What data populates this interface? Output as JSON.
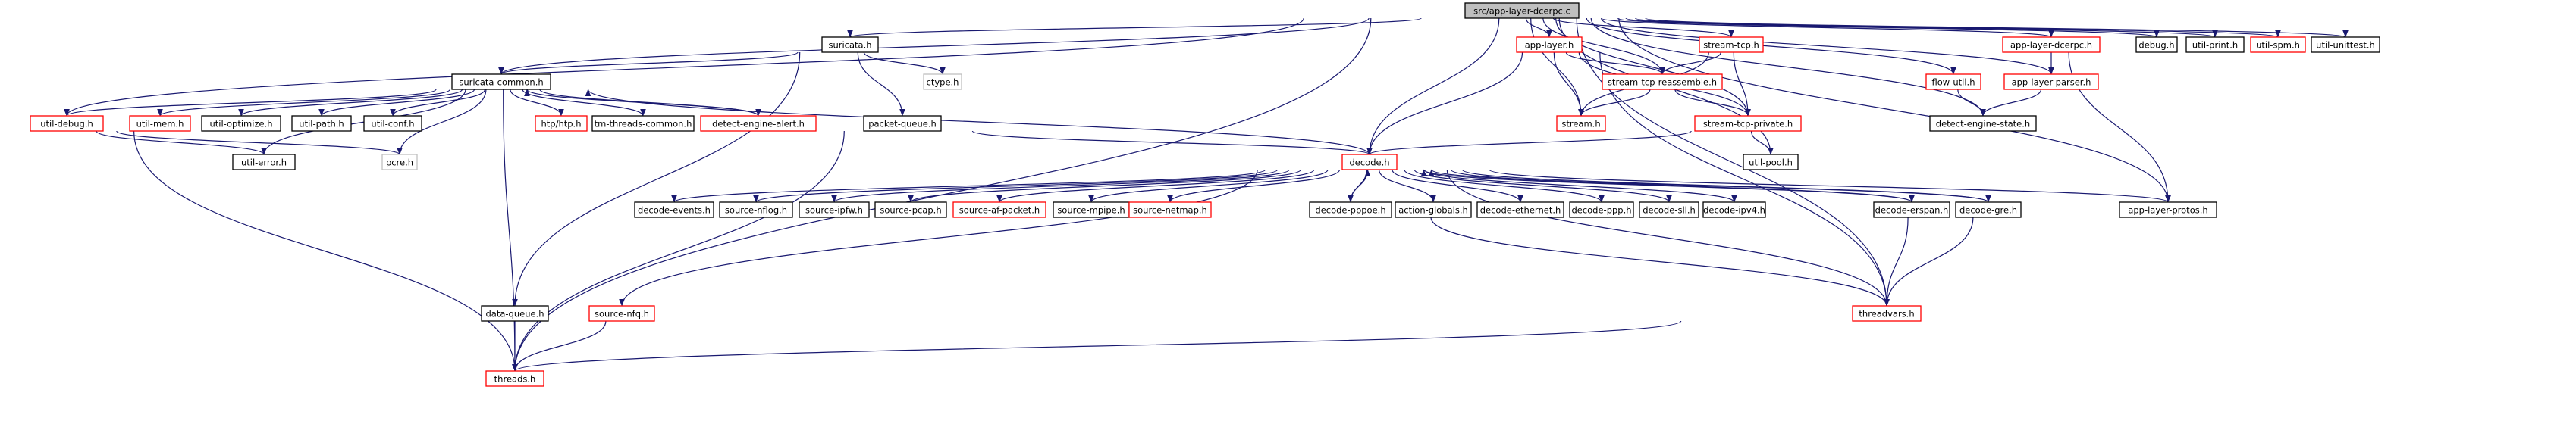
{
  "graph": {
    "title": "src/app-layer-dcerpc.c",
    "colors": {
      "root_fill": "#bfbfbf",
      "black_border": "#000000",
      "red_border": "#ff0000",
      "gray_border": "#bfbfbf",
      "edge": "#191970"
    },
    "nodes": [
      {
        "id": "root",
        "label": "src/app-layer-dcerpc.c",
        "kind": "root"
      },
      {
        "id": "suricata_h",
        "label": "suricata.h",
        "kind": "normal"
      },
      {
        "id": "suricata_common",
        "label": "suricata-common.h",
        "kind": "normal"
      },
      {
        "id": "ctype",
        "label": "ctype.h",
        "kind": "gray"
      },
      {
        "id": "packet_queue",
        "label": "packet-queue.h",
        "kind": "normal"
      },
      {
        "id": "util_debug",
        "label": "util-debug.h",
        "kind": "red"
      },
      {
        "id": "util_mem",
        "label": "util-mem.h",
        "kind": "red"
      },
      {
        "id": "util_optimize",
        "label": "util-optimize.h",
        "kind": "normal"
      },
      {
        "id": "util_path",
        "label": "util-path.h",
        "kind": "normal"
      },
      {
        "id": "util_conf",
        "label": "util-conf.h",
        "kind": "normal"
      },
      {
        "id": "htp",
        "label": "htp/htp.h",
        "kind": "red"
      },
      {
        "id": "tm_threads_common",
        "label": "tm-threads-common.h",
        "kind": "normal"
      },
      {
        "id": "detect_engine_alert",
        "label": "detect-engine-alert.h",
        "kind": "red"
      },
      {
        "id": "util_error",
        "label": "util-error.h",
        "kind": "normal"
      },
      {
        "id": "pcre",
        "label": "pcre.h",
        "kind": "gray"
      },
      {
        "id": "data_queue",
        "label": "data-queue.h",
        "kind": "normal"
      },
      {
        "id": "threads",
        "label": "threads.h",
        "kind": "red"
      },
      {
        "id": "app_layer",
        "label": "app-layer.h",
        "kind": "red"
      },
      {
        "id": "stream_tcp",
        "label": "stream-tcp.h",
        "kind": "red"
      },
      {
        "id": "stream_tcp_reassemble",
        "label": "stream-tcp-reassemble.h",
        "kind": "red"
      },
      {
        "id": "stream_h",
        "label": "stream.h",
        "kind": "red"
      },
      {
        "id": "stream_tcp_private",
        "label": "stream-tcp-private.h",
        "kind": "red"
      },
      {
        "id": "util_pool",
        "label": "util-pool.h",
        "kind": "normal"
      },
      {
        "id": "decode",
        "label": "decode.h",
        "kind": "red"
      },
      {
        "id": "flow_util",
        "label": "flow-util.h",
        "kind": "red"
      },
      {
        "id": "app_layer_dcerpc",
        "label": "app-layer-dcerpc.h",
        "kind": "red"
      },
      {
        "id": "app_layer_parser",
        "label": "app-layer-parser.h",
        "kind": "red"
      },
      {
        "id": "detect_engine_state",
        "label": "detect-engine-state.h",
        "kind": "normal"
      },
      {
        "id": "debug",
        "label": "debug.h",
        "kind": "normal"
      },
      {
        "id": "util_print",
        "label": "util-print.h",
        "kind": "normal"
      },
      {
        "id": "util_spm",
        "label": "util-spm.h",
        "kind": "red"
      },
      {
        "id": "util_unittest",
        "label": "util-unittest.h",
        "kind": "normal"
      },
      {
        "id": "app_layer_protos",
        "label": "app-layer-protos.h",
        "kind": "normal"
      },
      {
        "id": "decode_events",
        "label": "decode-events.h",
        "kind": "normal"
      },
      {
        "id": "source_nflog",
        "label": "source-nflog.h",
        "kind": "normal"
      },
      {
        "id": "source_ipfw",
        "label": "source-ipfw.h",
        "kind": "normal"
      },
      {
        "id": "source_pcap",
        "label": "source-pcap.h",
        "kind": "normal"
      },
      {
        "id": "source_af_packet",
        "label": "source-af-packet.h",
        "kind": "red"
      },
      {
        "id": "source_mpipe",
        "label": "source-mpipe.h",
        "kind": "normal"
      },
      {
        "id": "source_netmap",
        "label": "source-netmap.h",
        "kind": "red"
      },
      {
        "id": "decode_pppoe",
        "label": "decode-pppoe.h",
        "kind": "normal"
      },
      {
        "id": "action_globals",
        "label": "action-globals.h",
        "kind": "normal"
      },
      {
        "id": "decode_ethernet",
        "label": "decode-ethernet.h",
        "kind": "normal"
      },
      {
        "id": "decode_ppp",
        "label": "decode-ppp.h",
        "kind": "normal"
      },
      {
        "id": "decode_sll",
        "label": "decode-sll.h",
        "kind": "normal"
      },
      {
        "id": "decode_ipv4",
        "label": "decode-ipv4.h",
        "kind": "normal"
      },
      {
        "id": "decode_erspan",
        "label": "decode-erspan.h",
        "kind": "normal"
      },
      {
        "id": "decode_gre",
        "label": "decode-gre.h",
        "kind": "normal"
      },
      {
        "id": "source_nfq",
        "label": "source-nfq.h",
        "kind": "red"
      },
      {
        "id": "threadvars",
        "label": "threadvars.h",
        "kind": "red"
      }
    ],
    "edges": [
      [
        "root",
        "suricata_h"
      ],
      [
        "root",
        "suricata_common"
      ],
      [
        "root",
        "util_debug"
      ],
      [
        "root",
        "threads"
      ],
      [
        "root",
        "app_layer"
      ],
      [
        "root",
        "stream_tcp"
      ],
      [
        "root",
        "stream_tcp_reassemble"
      ],
      [
        "root",
        "stream_h"
      ],
      [
        "root",
        "stream_tcp_private"
      ],
      [
        "root",
        "util_pool"
      ],
      [
        "root",
        "decode"
      ],
      [
        "root",
        "flow_util"
      ],
      [
        "root",
        "app_layer_dcerpc"
      ],
      [
        "root",
        "app_layer_parser"
      ],
      [
        "root",
        "detect_engine_state"
      ],
      [
        "root",
        "debug"
      ],
      [
        "root",
        "util_print"
      ],
      [
        "root",
        "util_spm"
      ],
      [
        "root",
        "util_unittest"
      ],
      [
        "root",
        "app_layer_protos"
      ],
      [
        "root",
        "threadvars"
      ],
      [
        "suricata_h",
        "suricata_common"
      ],
      [
        "suricata_h",
        "ctype"
      ],
      [
        "suricata_h",
        "packet_queue"
      ],
      [
        "suricata_h",
        "data_queue"
      ],
      [
        "suricata_common",
        "util_debug"
      ],
      [
        "suricata_common",
        "util_mem"
      ],
      [
        "suricata_common",
        "util_optimize"
      ],
      [
        "suricata_common",
        "util_path"
      ],
      [
        "suricata_common",
        "util_conf"
      ],
      [
        "suricata_common",
        "htp"
      ],
      [
        "suricata_common",
        "tm_threads_common"
      ],
      [
        "suricata_common",
        "detect_engine_alert"
      ],
      [
        "suricata_common",
        "util_error"
      ],
      [
        "suricata_common",
        "pcre"
      ],
      [
        "suricata_common",
        "threads"
      ],
      [
        "detect_engine_alert",
        "suricata_common"
      ],
      [
        "decode",
        "suricata_common"
      ],
      [
        "util_debug",
        "util_error"
      ],
      [
        "util_debug",
        "pcre"
      ],
      [
        "util_debug",
        "threads"
      ],
      [
        "packet_queue",
        "threads"
      ],
      [
        "packet_queue",
        "decode"
      ],
      [
        "data_queue",
        "threads"
      ],
      [
        "app_layer",
        "stream_tcp_reassemble"
      ],
      [
        "app_layer",
        "stream_h"
      ],
      [
        "app_layer",
        "stream_tcp_private"
      ],
      [
        "app_layer",
        "decode"
      ],
      [
        "app_layer",
        "threadvars"
      ],
      [
        "stream_tcp",
        "stream_tcp_reassemble"
      ],
      [
        "stream_tcp",
        "stream_h"
      ],
      [
        "stream_tcp",
        "stream_tcp_private"
      ],
      [
        "stream_tcp_reassemble",
        "stream_h"
      ],
      [
        "stream_tcp_reassemble",
        "stream_tcp_private"
      ],
      [
        "stream_tcp_private",
        "util_pool"
      ],
      [
        "stream_tcp_private",
        "decode"
      ],
      [
        "flow_util",
        "detect_engine_state"
      ],
      [
        "app_layer_dcerpc",
        "app_layer_parser"
      ],
      [
        "app_layer_dcerpc",
        "app_layer_protos"
      ],
      [
        "app_layer_parser",
        "detect_engine_state"
      ],
      [
        "decode",
        "decode_events"
      ],
      [
        "decode",
        "source_nflog"
      ],
      [
        "decode",
        "source_ipfw"
      ],
      [
        "decode",
        "source_pcap"
      ],
      [
        "decode",
        "source_af_packet"
      ],
      [
        "decode",
        "source_mpipe"
      ],
      [
        "decode",
        "source_netmap"
      ],
      [
        "decode",
        "decode_pppoe"
      ],
      [
        "decode",
        "action_globals"
      ],
      [
        "decode",
        "decode_ethernet"
      ],
      [
        "decode",
        "decode_ppp"
      ],
      [
        "decode",
        "decode_sll"
      ],
      [
        "decode",
        "decode_ipv4"
      ],
      [
        "decode",
        "decode_erspan"
      ],
      [
        "decode",
        "decode_gre"
      ],
      [
        "decode",
        "app_layer_protos"
      ],
      [
        "decode",
        "source_nfq"
      ],
      [
        "decode",
        "threadvars"
      ],
      [
        "decode_pppoe",
        "decode"
      ],
      [
        "decode_erspan",
        "decode"
      ],
      [
        "decode_gre",
        "decode"
      ],
      [
        "decode_pppoe",
        "threadvars"
      ],
      [
        "decode_erspan",
        "threadvars"
      ],
      [
        "decode_gre",
        "threadvars"
      ],
      [
        "source_nfq",
        "threads"
      ],
      [
        "threadvars",
        "threads"
      ]
    ]
  }
}
